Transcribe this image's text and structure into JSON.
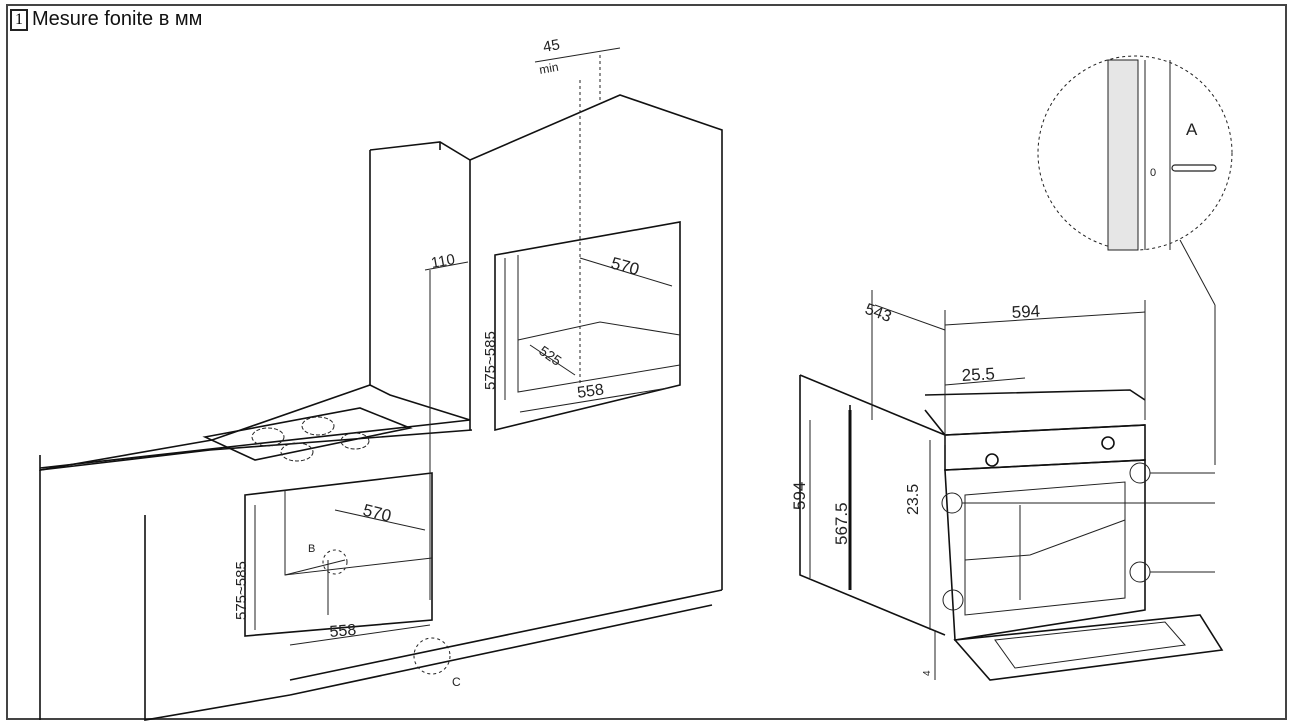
{
  "figure": {
    "number": "1",
    "title": "Mesure fonite в мм"
  },
  "cabinet_dims": {
    "top_gap": "45",
    "top_gap_note": "min",
    "side": "110",
    "upper_depth": "570",
    "upper_height": "575~585",
    "upper_width": "558",
    "upper_diag": "525",
    "lower_depth": "570",
    "lower_height": "575~585",
    "lower_width": "558"
  },
  "oven_dims": {
    "depth": "543",
    "width": "594",
    "panel": "25.5",
    "height": "594",
    "inner_height": "567.5",
    "gap": "23.5",
    "foot": "4"
  },
  "markers": {
    "detail_a": "A",
    "detail_a_zero": "0",
    "b": "B",
    "c": "C"
  }
}
